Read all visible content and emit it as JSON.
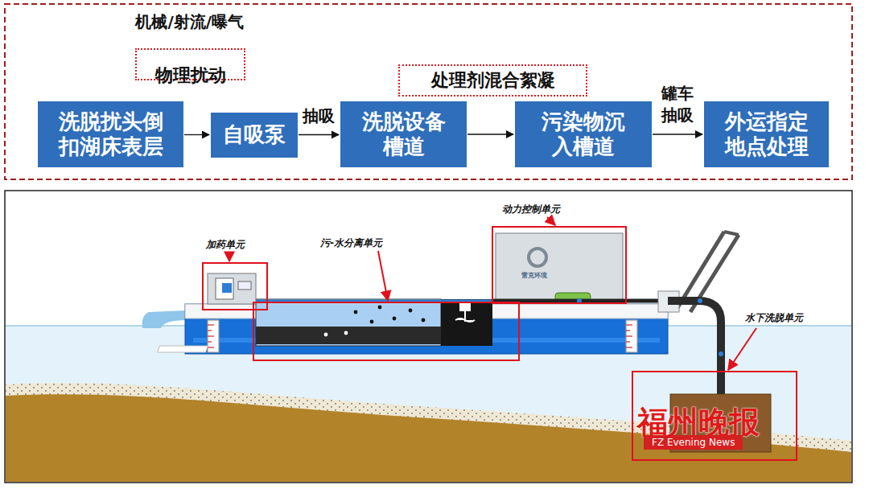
{
  "diagram": {
    "nodes": [
      {
        "text": [
          "机械/射流/曝气",
          "物理扰动"
        ]
      },
      {
        "text": [
          "处理剂混合絮凝"
        ]
      },
      {
        "text": [
          "洗脱扰头倒扣湖床表层"
        ]
      },
      {
        "text": [
          "自吸泵"
        ]
      },
      {
        "text": [
          "洗脱设备槽道"
        ]
      },
      {
        "text": [
          "污染物沉入槽道"
        ]
      },
      {
        "text": [
          "外运指定地点处理"
        ]
      }
    ],
    "edges": [
      {
        "from": 2,
        "to": 3,
        "arrow": "to"
      },
      {
        "from": 3,
        "to": 4,
        "label": "抽吸",
        "arrow": "to"
      },
      {
        "from": 4,
        "to": 5,
        "arrow": "to"
      },
      {
        "from": 5,
        "to": 6,
        "label": "罐车 抽吸",
        "arrow": "to"
      }
    ],
    "labels": [
      "加药单元",
      "污-水分离单元",
      "动力控制单元",
      "水下洗脱单元",
      "雷克环境",
      "福州晚报",
      "FZ Evening News"
    ]
  }
}
